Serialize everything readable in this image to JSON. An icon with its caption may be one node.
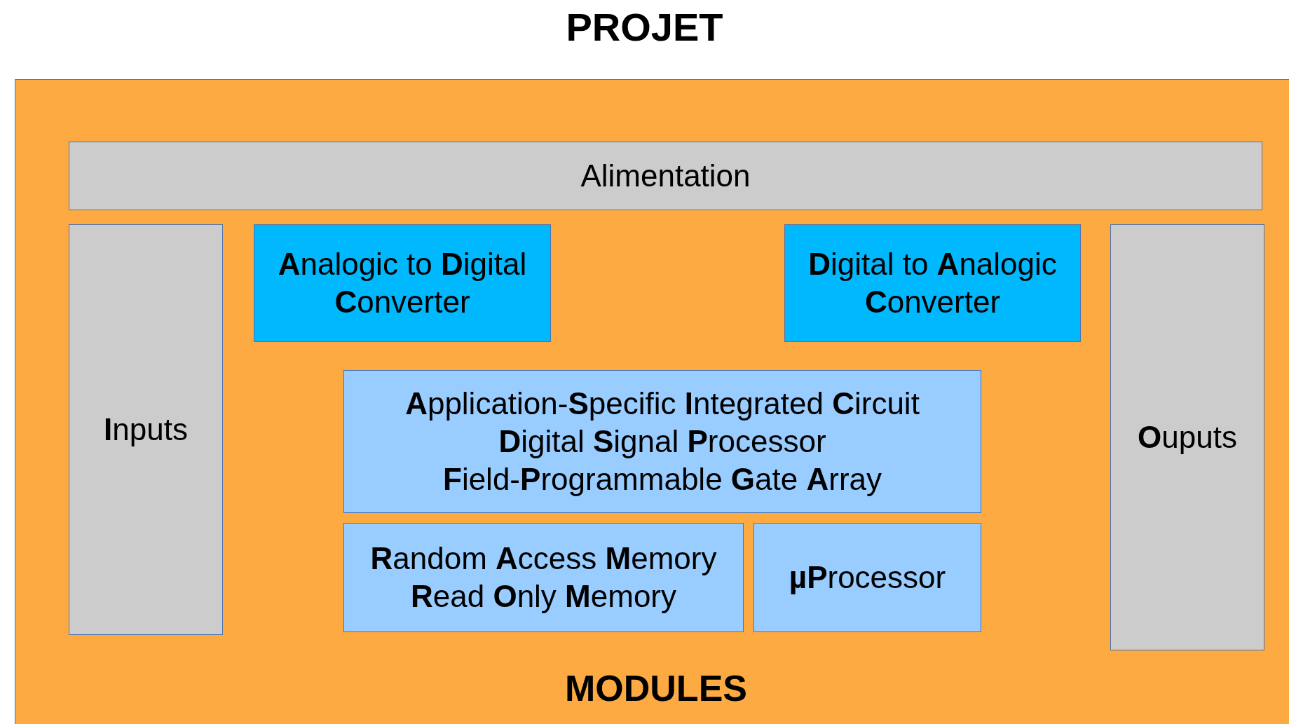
{
  "diagram": {
    "title": "PROJET",
    "nodes": [
      {
        "text": [
          "MODULES"
        ]
      },
      {
        "text": [
          "Alimentation"
        ],
        "in": 0
      },
      {
        "text": [
          "**I**nputs"
        ],
        "in": 0
      },
      {
        "text": [
          "**A**nalogic to **D**igital **C**onverter"
        ],
        "in": 0
      },
      {
        "text": [
          "**D**igital to **A**nalogic **C**onverter"
        ],
        "in": 0
      },
      {
        "text": [
          "**A**pplication-**S**pecific **I**ntegrated **C**ircuit",
          "**D**igital **S**ignal **P**rocessor",
          "**F**ield-**P**rogrammable **G**ate **A**rray"
        ],
        "in": 0
      },
      {
        "text": [
          "**R**andom **A**ccess **M**emory",
          "**R**ead **O**nly **M**emory"
        ],
        "in": 0
      },
      {
        "text": [
          "**µP**rocessor"
        ],
        "in": 0
      },
      {
        "text": [
          "**O**uputs"
        ],
        "in": 0
      }
    ]
  }
}
